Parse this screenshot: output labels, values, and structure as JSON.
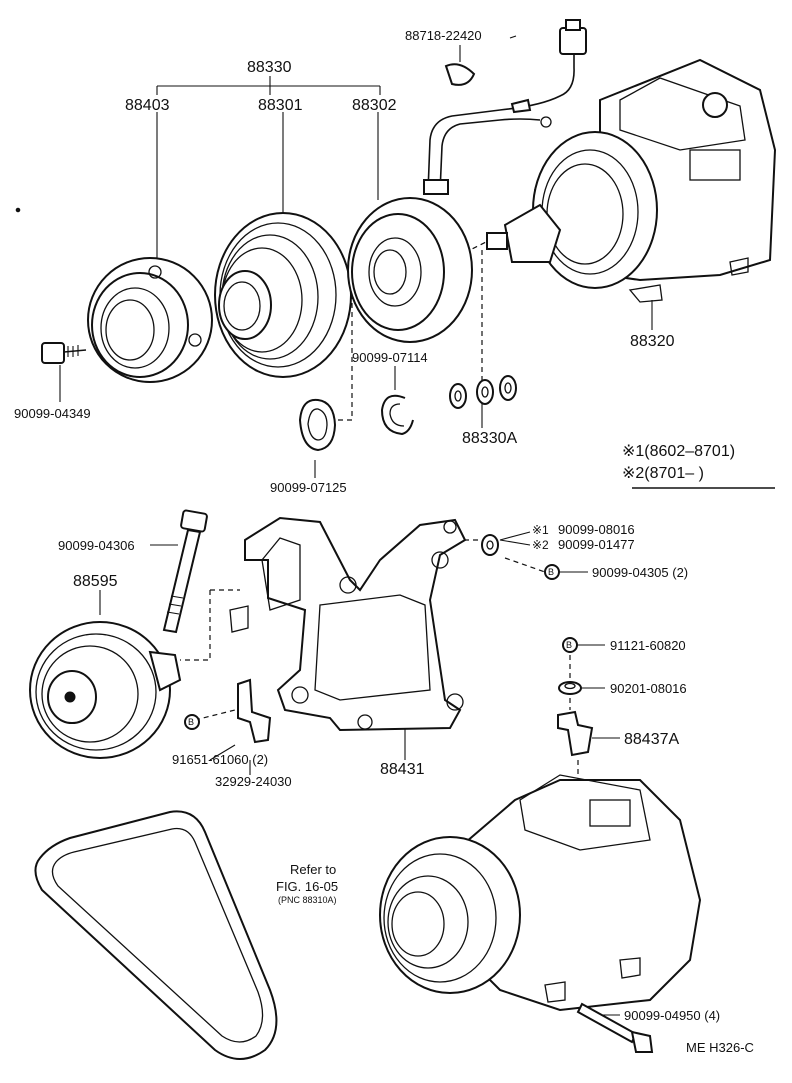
{
  "labels": {
    "p88330": "88330",
    "p88403": "88403",
    "p88301": "88301",
    "p88302": "88302",
    "p88718": "88718-22420",
    "p88320": "88320",
    "p90099_04349": "90099-04349",
    "p90099_07114": "90099-07114",
    "p90099_07125": "90099-07125",
    "p88330A": "88330A",
    "p90099_04306": "90099-04306",
    "p88595": "88595",
    "p90099_08016": "90099-08016",
    "p90099_01477": "90099-01477",
    "p90099_04305": "90099-04305 (2)",
    "p91121_60820": "91121-60820",
    "p90201_08016": "90201-08016",
    "p88437A": "88437A",
    "p88431": "88431",
    "p91651": "91651-61060 (2)",
    "p32929": "32929-24030",
    "p90099_04950": "90099-04950 (4)"
  },
  "notes": {
    "mark1": "※1",
    "mark2": "※2",
    "range1_label": "※1(8602–8701)",
    "range2_label": "※2(8701–       )",
    "bolt_mark": "B"
  },
  "reference": {
    "line1": "Refer to",
    "line2": "FIG. 16-05",
    "line3": "(PNC 88310A)"
  },
  "footer": {
    "code": "ME  H326-C"
  }
}
